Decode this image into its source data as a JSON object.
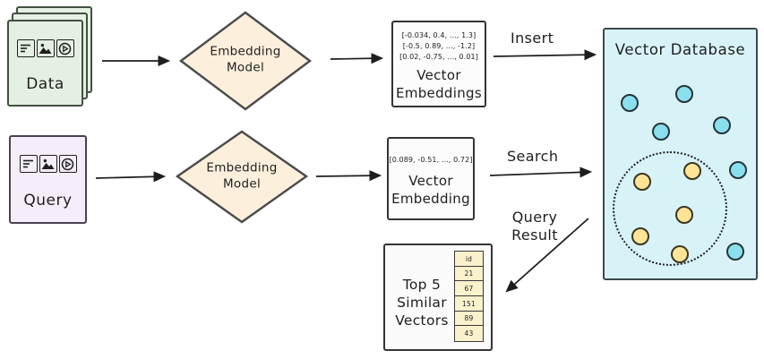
{
  "data_card": {
    "label": "Data"
  },
  "query_card": {
    "label": "Query"
  },
  "embedding_model_top": {
    "label": "Embedding Model"
  },
  "embedding_model_bottom": {
    "label": "Embedding Model"
  },
  "vector_embeddings": {
    "rows": [
      "[-0.034, 0.4, ..., 1.3]",
      "[-0.5, 0.89, ..., -1.2]",
      "[0.02, -0.75, ..., 0.01]"
    ],
    "label": "Vector Embeddings"
  },
  "vector_embedding": {
    "rows": [
      "[0.089, -0.51, ..., 0.72]"
    ],
    "label": "Vector Embedding"
  },
  "flow_labels": {
    "insert": "Insert",
    "search": "Search",
    "query_result": "Query Result"
  },
  "vector_database": {
    "title": "Vector Database"
  },
  "top5": {
    "label": "Top 5 Similar Vectors",
    "cells": [
      "id",
      "21",
      "67",
      "151",
      "89",
      "43"
    ]
  },
  "colors": {
    "data_card_fill": "#e4f1e2",
    "query_card_fill": "#f5eefa",
    "model_fill": "#fcefdc",
    "database_fill": "#d8f3f8",
    "point_cyan": "#8adfee",
    "point_yellow": "#ffe498",
    "cell_fill": "#faf1cd",
    "stroke": "#1e1e1e"
  }
}
